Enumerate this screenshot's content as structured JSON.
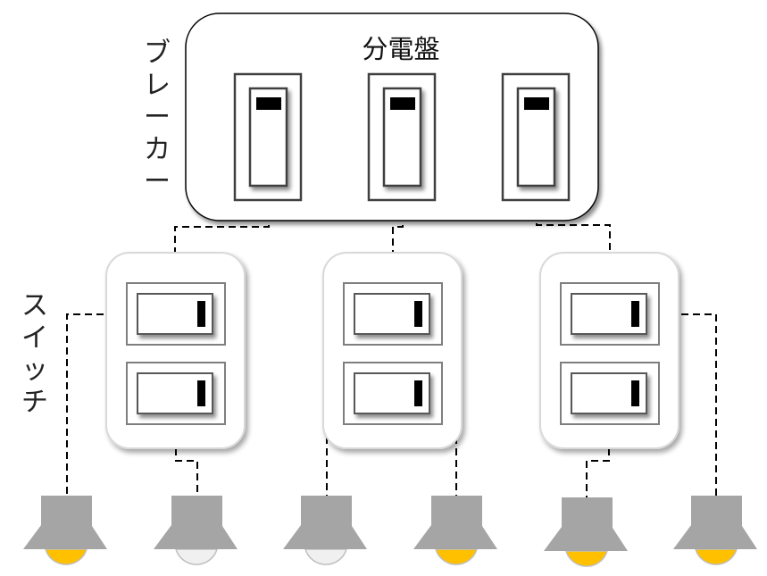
{
  "panel": {
    "title": "分電盤",
    "side_label_chars": [
      "ブ",
      "レ",
      "ー",
      "カ",
      "ー"
    ],
    "breakers": [
      {
        "id": "breaker-1",
        "state": "on"
      },
      {
        "id": "breaker-2",
        "state": "on"
      },
      {
        "id": "breaker-3",
        "state": "on"
      }
    ]
  },
  "switches": {
    "side_label_chars": [
      "ス",
      "イ",
      "ッ",
      "チ"
    ],
    "plates": [
      {
        "id": "switch-plate-1",
        "toggles": [
          {
            "state": "on"
          },
          {
            "state": "on"
          }
        ]
      },
      {
        "id": "switch-plate-2",
        "toggles": [
          {
            "state": "on"
          },
          {
            "state": "on"
          }
        ]
      },
      {
        "id": "switch-plate-3",
        "toggles": [
          {
            "state": "on"
          },
          {
            "state": "on"
          }
        ]
      }
    ]
  },
  "lamps": [
    {
      "id": "lamp-1",
      "lit": true
    },
    {
      "id": "lamp-2",
      "lit": false
    },
    {
      "id": "lamp-3",
      "lit": false
    },
    {
      "id": "lamp-4",
      "lit": true
    },
    {
      "id": "lamp-5",
      "lit": true
    },
    {
      "id": "lamp-6",
      "lit": true
    }
  ],
  "colors": {
    "lit_bulb": "#FFC000",
    "unlit_bulb": "#F0F0F0",
    "bulb_outline": "#BFBFBF",
    "lamp_shade": "#A5A5A5",
    "wire": "#000000",
    "frame": "#404040",
    "switch_frame": "#7F7F7F"
  }
}
